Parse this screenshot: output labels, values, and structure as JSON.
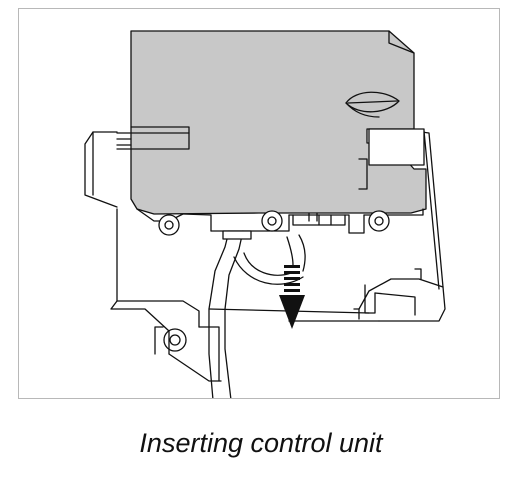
{
  "figure": {
    "caption": "Inserting control unit",
    "colors": {
      "housing_fill": "#c8c8c8",
      "line": "#111111",
      "paper": "#ffffff"
    },
    "icons": [
      "control-unit-housing",
      "mounting-bracket",
      "cable",
      "downward-arrow"
    ]
  }
}
